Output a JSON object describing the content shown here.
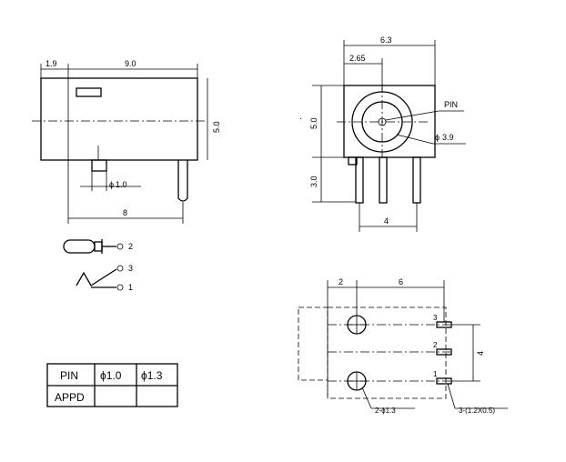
{
  "side_view": {
    "dim_left": "1.9",
    "dim_length": "9.0",
    "dim_height": "5.0",
    "dim_pin": "1.0",
    "dim_bottom": "8"
  },
  "front_view": {
    "dim_width": "6.3",
    "dim_center": "2.65",
    "dim_height": "5.0",
    "dim_pin_len": "3.0",
    "dim_pin_spacing": "4",
    "label_pin": "PIN",
    "dim_hole": "3.9"
  },
  "schematic": {
    "pin2": "2",
    "pin3": "3",
    "pin1": "1"
  },
  "footprint": {
    "dim_left": "2",
    "dim_span": "6",
    "dim_vertical": "4",
    "pin3": "3",
    "pin2": "2",
    "pin1": "1",
    "hole_note": "2-ϕ1.3",
    "slot_note": "3-(1.2X0.5)"
  },
  "table": {
    "header": [
      "PIN",
      "ϕ1.0",
      "ϕ1.3"
    ],
    "row": [
      "APPD",
      "",
      ""
    ]
  }
}
